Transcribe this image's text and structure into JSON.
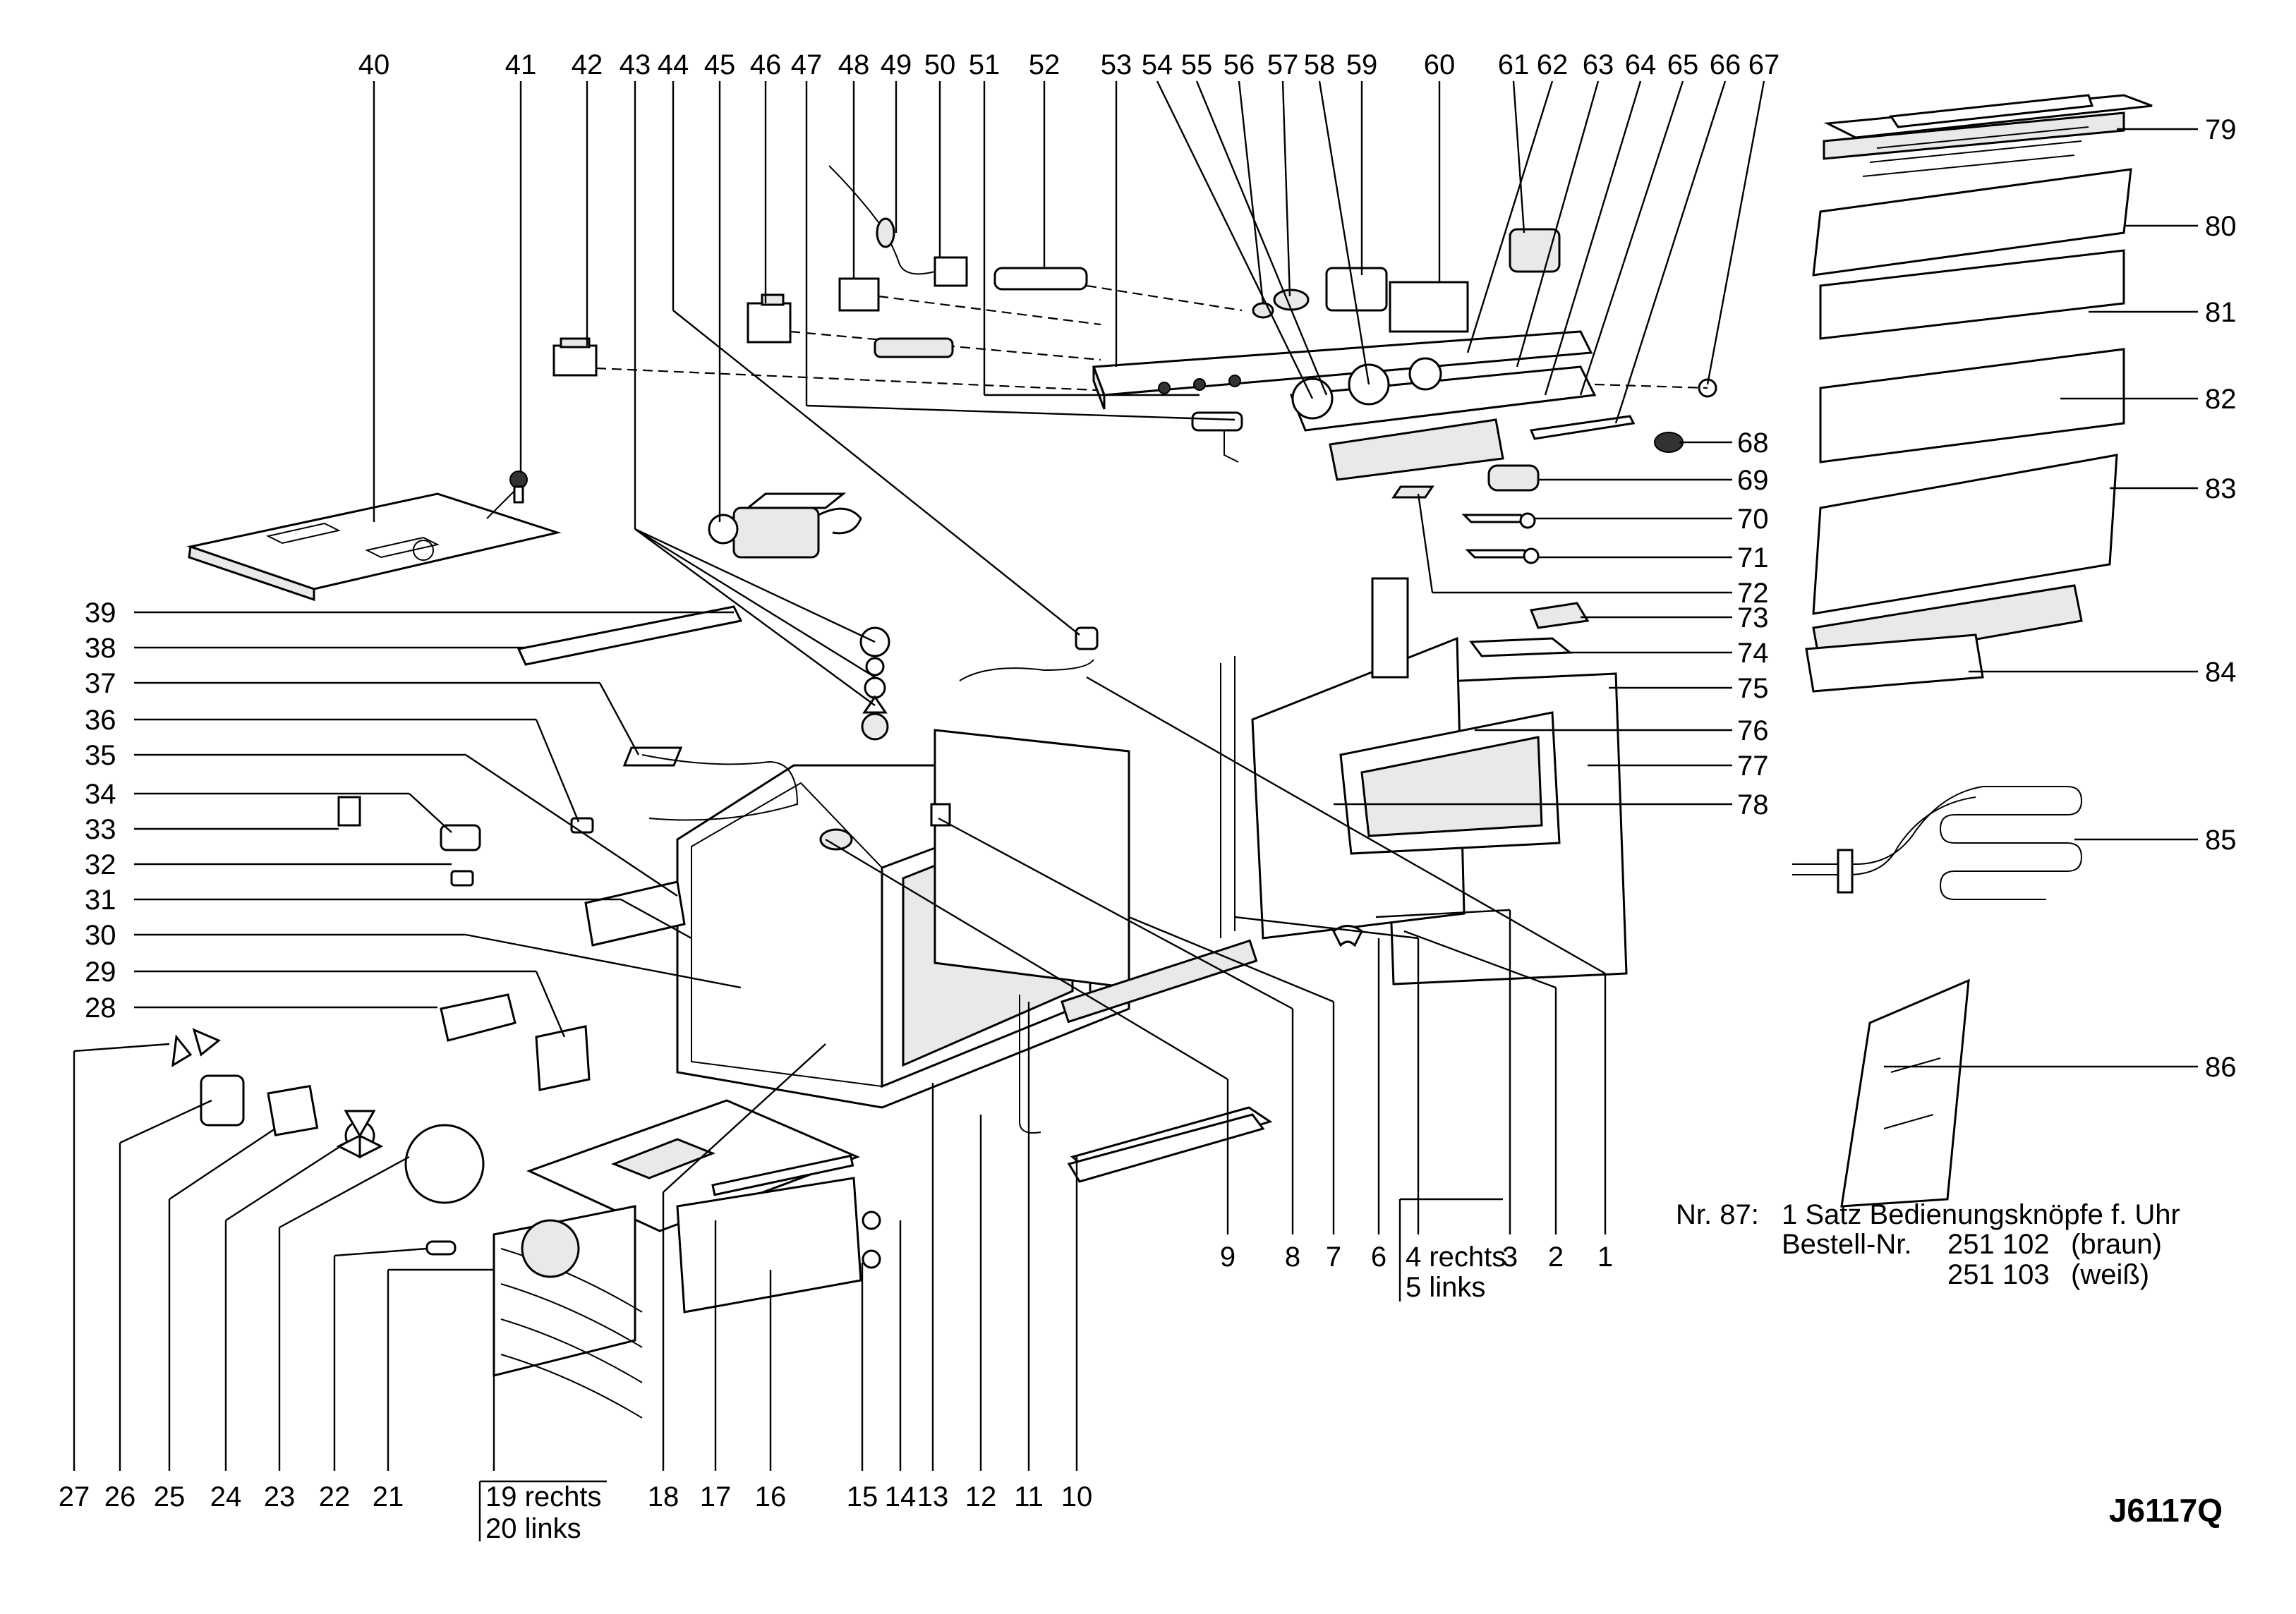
{
  "diagram": {
    "top_labels": [
      "40",
      "41",
      "42",
      "43",
      "44",
      "45",
      "46",
      "47",
      "48",
      "49",
      "50",
      "51",
      "52",
      "53",
      "54",
      "55",
      "56",
      "57",
      "58",
      "59",
      "60",
      "61",
      "62",
      "63",
      "64",
      "65",
      "66",
      "67"
    ],
    "right_labels": [
      "68",
      "69",
      "70",
      "71",
      "72",
      "73",
      "74",
      "75",
      "76",
      "77",
      "78",
      "79",
      "80",
      "81",
      "82",
      "83",
      "84",
      "85",
      "86"
    ],
    "left_labels": [
      "39",
      "38",
      "37",
      "36",
      "35",
      "34",
      "33",
      "32",
      "31",
      "30",
      "29",
      "28"
    ],
    "bottom_labels": [
      "27",
      "26",
      "25",
      "24",
      "23",
      "22",
      "21",
      "18",
      "17",
      "16",
      "15",
      "14",
      "13",
      "12",
      "11",
      "10",
      "9",
      "8",
      "7",
      "6",
      "3",
      "2",
      "1"
    ],
    "group_4_5": [
      "4 rechts",
      "5 links"
    ],
    "group_19_20": [
      "19 rechts",
      "20 links"
    ],
    "note": {
      "line1_label": "Nr. 87:",
      "line1_text": "1 Satz Bedienungsknöpfe f. Uhr",
      "line2_label": "Bestell-Nr.",
      "line2_number": "251 102",
      "line2_variant": "(braun)",
      "line3_number": "251 103",
      "line3_variant": "(weiß)"
    },
    "drawing_code": "J6117Q"
  }
}
